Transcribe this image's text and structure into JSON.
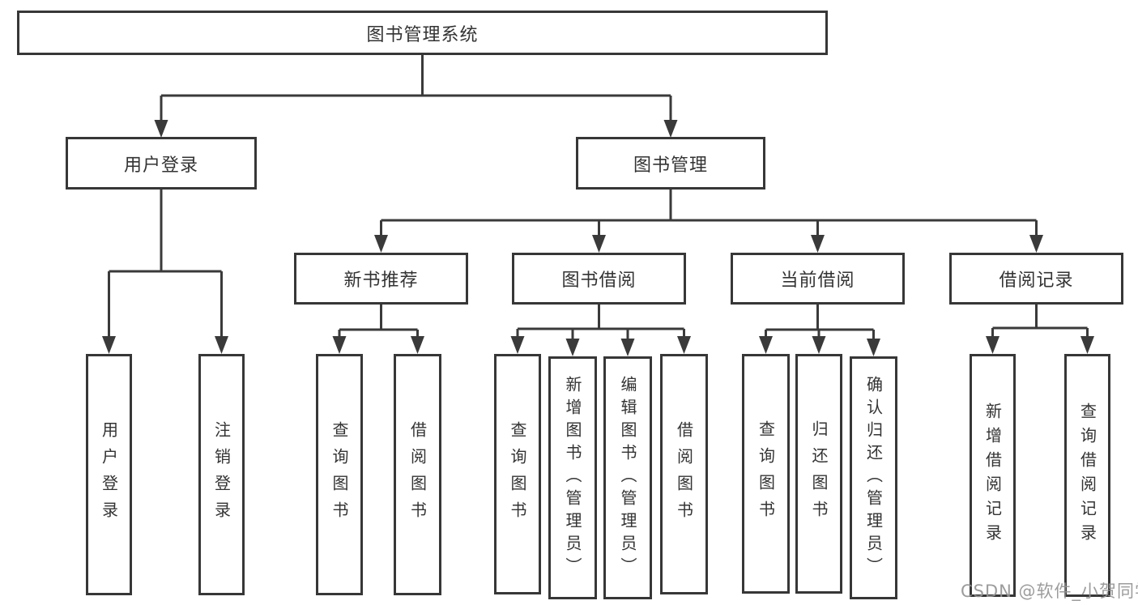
{
  "tree": {
    "root": "图书管理系统",
    "branches": [
      {
        "label": "用户登录",
        "children": [
          "用户登录",
          "注销登录"
        ]
      },
      {
        "label": "图书管理",
        "children": [
          {
            "label": "新书推荐",
            "children": [
              "查询图书",
              "借阅图书"
            ]
          },
          {
            "label": "图书借阅",
            "children": [
              "查询图书",
              "新增图书（管理员）",
              "编辑图书（管理员）",
              "借阅图书"
            ]
          },
          {
            "label": "当前借阅",
            "children": [
              "查询图书",
              "归还图书",
              "确认归还（管理员）"
            ]
          },
          {
            "label": "借阅记录",
            "children": [
              "新增借阅记录",
              "查询借阅记录"
            ]
          }
        ]
      }
    ]
  },
  "watermark": "CSDN @软件_小贺同学",
  "theme": {
    "line_color": "#3a3a3a",
    "box_border_color": "#373737",
    "text_color": "#333333",
    "watermark_color": "#949494",
    "background": "#ffffff"
  }
}
